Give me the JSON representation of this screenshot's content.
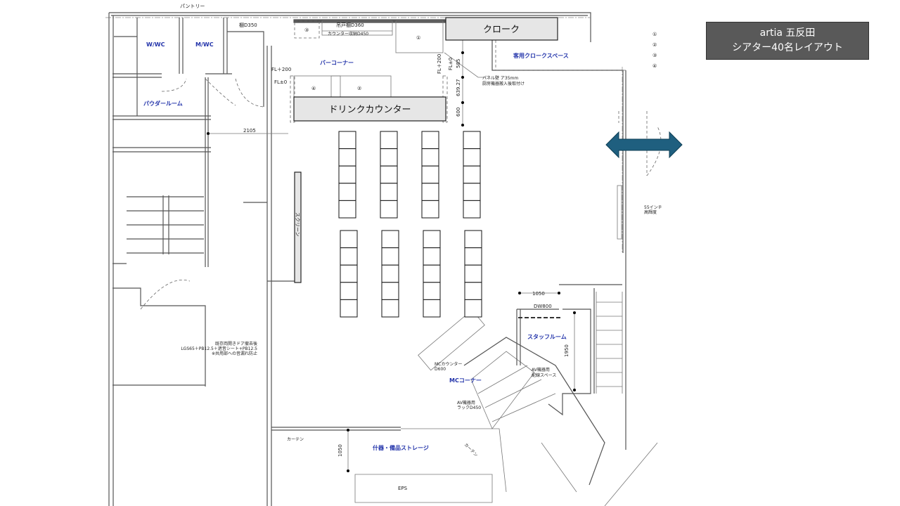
{
  "title": {
    "line1": "artia 五反田",
    "line2": "シアター40名レイアウト"
  },
  "labels": {
    "pantry": "パントリー",
    "shelf": "棚D350",
    "wwc": "W/WC",
    "mwc": "M/WC",
    "powder_room": "パウダールーム",
    "cabinet": "吊戸棚D360",
    "counter_storage": "カウンター収納D450",
    "bar_corner": "バーコーナー",
    "fl200_a": "FL＋200",
    "fl0_a": "FL±0",
    "fl200_b": "FL＋200",
    "fl0_b": "FL±0",
    "n1": "①",
    "n2": "②",
    "n3": "③",
    "n4": "④",
    "drink_counter": "ドリンクカウンター",
    "cloak": "クローク",
    "guest_cloak_space": "客用クロークスペース",
    "panel_wall_1": "パネル壁 ア35mm",
    "panel_wall_2": "厨房機器搬入後取付け",
    "dim_585": "585",
    "dim_63927": "639.27",
    "dim_600": "600",
    "dim_2105": "2105",
    "screen": "スクリーン",
    "tv_1": "55インチ",
    "tv_2": "高輝度",
    "door_note_1": "既存両開きドア撤去後",
    "door_note_2": "LGS65＋PB12.5＋遮音シート+PB12.5",
    "door_note_3": "※共用部への音漏れ防止",
    "dim_1050_top": "1050",
    "dw800": "DW800",
    "staff_room": "スタッフルーム",
    "dim_1950": "1950",
    "av_space_1": "AV機器用",
    "av_space_2": "配線スペース",
    "mc_counter_1": "MCカウンター",
    "mc_counter_2": "D600",
    "mc_corner": "MCコーナー",
    "av_rack_1": "AV機器用",
    "av_rack_2": "ラックD450",
    "curtain_a": "カーテン",
    "curtain_b": "カーテン",
    "dim_1050": "1050",
    "storage": "什器・備品ストレージ",
    "eps": "EPS"
  },
  "legend": [
    "①",
    "②",
    "③",
    "④"
  ],
  "seating": {
    "blocks": 2,
    "columns": 4,
    "rows": 5,
    "total": 40
  },
  "colors": {
    "arrow": "#1f5f7f",
    "box_fill": "#e6e6e6",
    "title_bg": "#595959",
    "room_label": "#2233aa"
  }
}
